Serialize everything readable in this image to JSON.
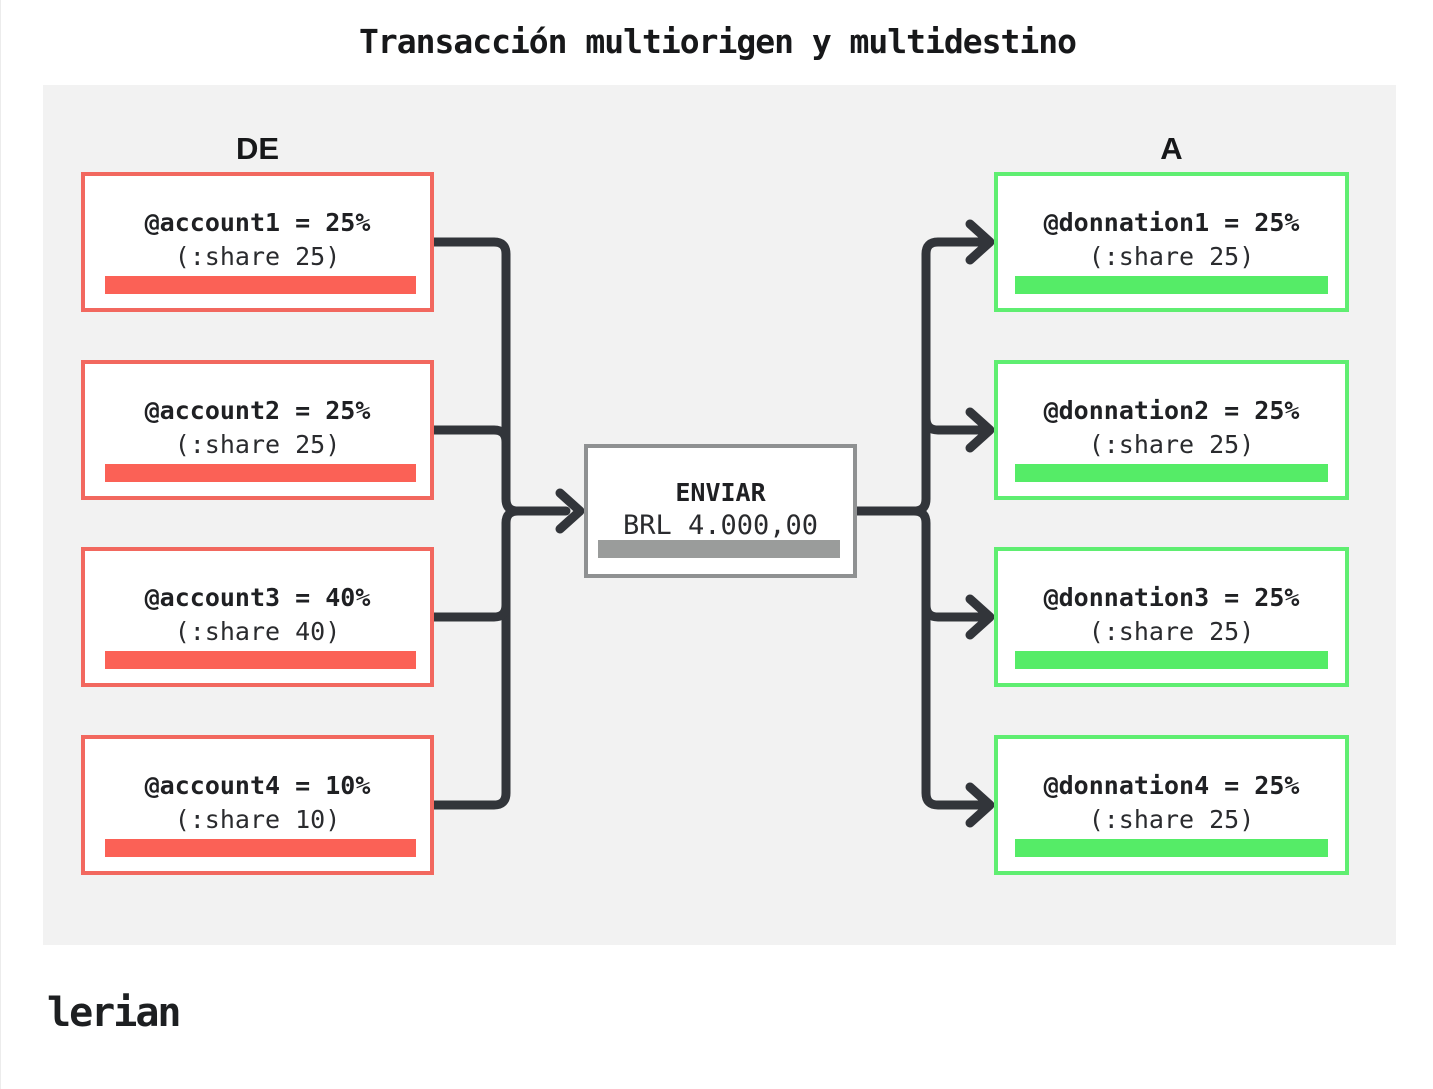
{
  "title": "Transacción multiorigen y multidestino",
  "columns": {
    "from_label": "DE",
    "to_label": "A"
  },
  "sources": [
    {
      "name": "@account1 = 25%",
      "share": "(:share 25)"
    },
    {
      "name": "@account2 = 25%",
      "share": "(:share 25)"
    },
    {
      "name": "@account3 = 40%",
      "share": "(:share 40)"
    },
    {
      "name": "@account4 = 10%",
      "share": "(:share 10)"
    }
  ],
  "center": {
    "label": "ENVIAR",
    "amount": "BRL 4.000,00"
  },
  "destinations": [
    {
      "name": "@donnation1 = 25%",
      "share": "(:share 25)"
    },
    {
      "name": "@donnation2 = 25%",
      "share": "(:share 25)"
    },
    {
      "name": "@donnation3 = 25%",
      "share": "(:share 25)"
    },
    {
      "name": "@donnation4 = 25%",
      "share": "(:share 25)"
    }
  ],
  "footer": {
    "logo": "lerian"
  },
  "colors": {
    "panel_bg": "#f2f2f2",
    "source_border": "#f2685f",
    "source_bar": "#fb6156",
    "destination_border": "#5fee71",
    "destination_bar": "#55ec67",
    "center_border": "#8f9192",
    "center_bar": "#9a9c9b",
    "connector": "#32353a"
  }
}
